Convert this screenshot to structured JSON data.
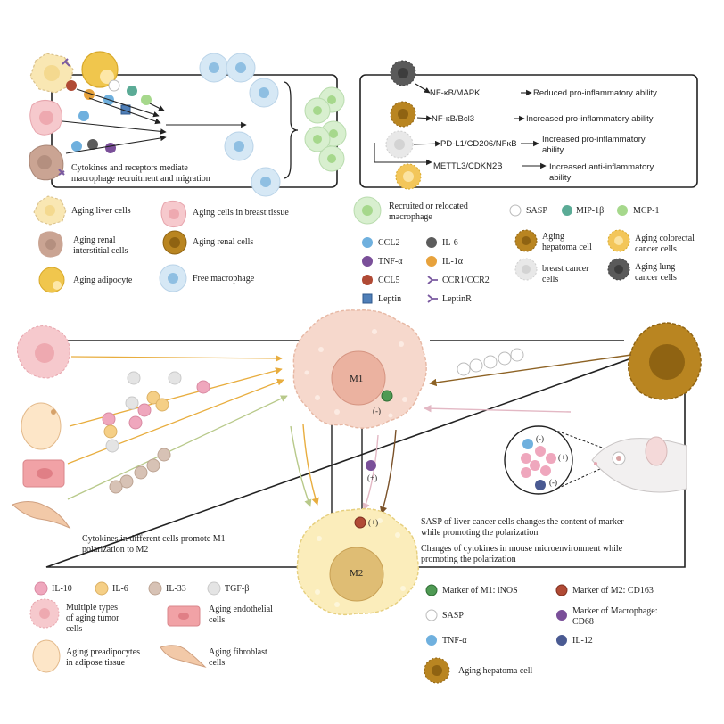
{
  "top_left": {
    "caption_line1": "Cytokines and receptors mediate",
    "caption_line2": "macrophage recruitment and migration"
  },
  "top_right": {
    "pathways": [
      {
        "receptor": "NF-κB/MAPK",
        "effect": "Reduced pro-inflammatory ability"
      },
      {
        "receptor": "NF-κB/Bcl3",
        "effect": "Increased pro-inflammatory ability"
      },
      {
        "receptor": "PD-L1/CD206/NFκB",
        "effect_line1": "Increased pro-inflammatory",
        "effect_line2": "ability"
      },
      {
        "receptor": "METTL3/CDKN2B",
        "effect_line1": "Increased anti-inflammatory",
        "effect_line2": "ability"
      }
    ]
  },
  "legend1": {
    "aging_liver": "Aging liver cells",
    "aging_breast": "Aging cells in breast tissue",
    "aging_renal_interstitial_1": "Aging renal",
    "aging_renal_interstitial_2": "interstitial cells",
    "aging_renal": "Aging renal cells",
    "aging_adipocyte": "Aging adipocyte",
    "free_macrophage": "Free macrophage",
    "recruited_1": "Recruited or relocated",
    "recruited_2": "macrophage",
    "ccl2": "CCL2",
    "il6": "IL-6",
    "tnf": "TNF-α",
    "il1a": "IL-1α",
    "ccl5": "CCL5",
    "ccr": "CCR1/CCR2",
    "leptin": "Leptin",
    "leptinr": "LeptinR",
    "sasp": "SASP",
    "mip1b": "MIP-1β",
    "mcp1": "MCP-1",
    "aging_hepatoma_1": "Aging",
    "aging_hepatoma_2": "hepatoma cell",
    "aging_colorectal_1": "Aging colorectal",
    "aging_colorectal_2": "cancer cells",
    "breast_cancer_1": "breast cancer",
    "breast_cancer_2": "cells",
    "aging_lung_1": "Aging lung",
    "aging_lung_2": "cancer cells"
  },
  "middle": {
    "m1_label": "M1",
    "m2_label": "M2",
    "minus1": "(-)",
    "plus1": "(+)",
    "plus2": "(+)",
    "inset_minus_top": "(-)",
    "inset_plus": "(+)",
    "inset_minus_bottom": "(-)",
    "caption_left_1": "Cytokines in different cells promote M1",
    "caption_left_2": "polarization to M2",
    "caption_right_1": "SASP of liver cancer cells changes the content of marker",
    "caption_right_2": "while promoting the polarization",
    "caption_right_3": "Changes of cytokines in mouse microenvironment while",
    "caption_right_4": "promoting the polarization"
  },
  "legend2": {
    "il10": "IL-10",
    "il6": "IL-6",
    "il33": "IL-33",
    "tgfb": "TGF-β",
    "tumor_1": "Multiple types",
    "tumor_2": "of aging tumor",
    "tumor_3": "cells",
    "endothelial_1": "Aging endothelial",
    "endothelial_2": "cells",
    "preadipocyte_1": "Aging preadipocytes",
    "preadipocyte_2": "in adipose tissue",
    "fibroblast_1": "Aging fibroblast",
    "fibroblast_2": "cells",
    "m1_marker": "Marker of M1: iNOS",
    "m2_marker": "Marker of M2: CD163",
    "sasp": "SASP",
    "macro_marker_1": "Marker of Macrophage:",
    "macro_marker_2": "CD68",
    "tnf": "TNF-α",
    "il12": "IL-12",
    "aging_hepatoma": "Aging hepatoma cell"
  },
  "colors": {
    "pink": "#efa7bd",
    "yellow": "#f5cf86",
    "taupe": "#d7c2b5",
    "light_gray": "#e4e4e4",
    "blue": "#6fb0de",
    "green": "#a6d88c",
    "teal": "#5bab96",
    "dark_gray": "#5c5c5c",
    "orange": "#e7a23c",
    "purple": "#7a4f99",
    "red_brown": "#b04a35",
    "navy": "#4a5a92",
    "hepatoma": "#b98521",
    "m1_fill": "#f6d8cc",
    "m2_fill": "#fbedbb"
  },
  "icons": [
    "aging-liver-cell-icon",
    "aging-breast-cell-icon",
    "aging-renal-interstitial-cell-icon",
    "aging-renal-cell-icon",
    "aging-adipocyte-icon",
    "free-macrophage-icon",
    "recruited-macrophage-icon",
    "hepatoma-cell-icon",
    "colorectal-cancer-cell-icon",
    "breast-cancer-cell-icon",
    "lung-cancer-cell-icon",
    "mouse-icon",
    "fibroblast-icon",
    "endothelial-cell-icon",
    "preadipocyte-icon",
    "tumor-cell-icon"
  ]
}
